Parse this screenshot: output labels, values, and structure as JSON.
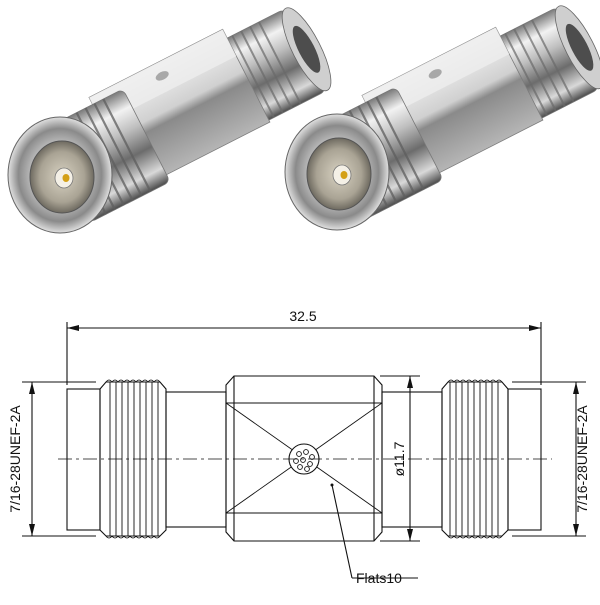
{
  "drawing": {
    "overall_length": "32.5",
    "thread_spec_left": "7/16-28UNEF-2A",
    "thread_spec_right": "7/16-28UNEF-2A",
    "body_diameter": "ø11.7",
    "flats_callout": "Flats10"
  },
  "colors": {
    "line": "#111111",
    "metal_light": "#f4f4f4",
    "metal_mid": "#bdbdbd",
    "metal_dark": "#5c5c5c",
    "gold": "#d4a017"
  }
}
